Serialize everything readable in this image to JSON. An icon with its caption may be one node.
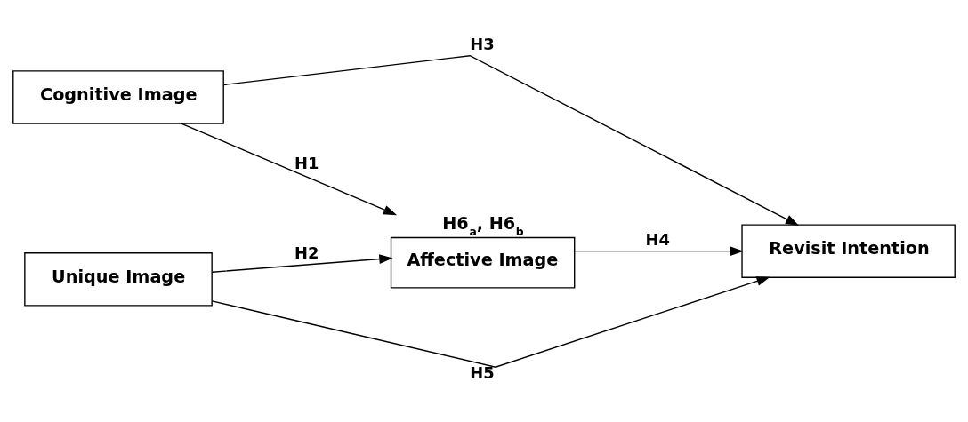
{
  "diagram": {
    "nodes": [
      {
        "text": [
          "Cognitive Image"
        ]
      },
      {
        "text": [
          "Unique Image"
        ]
      },
      {
        "text": [
          "Affective Image"
        ],
        "beside": [
          "H6$_{a}$, H6$_{b}$"
        ]
      },
      {
        "text": [
          "Revisit Intention"
        ]
      }
    ],
    "edges": [
      {
        "from": 0,
        "to": 2,
        "arrow": "to",
        "label": "H1"
      },
      {
        "from": 1,
        "to": 2,
        "arrow": "to",
        "label": "H2"
      },
      {
        "from": 0,
        "to": 3,
        "arrow": "to",
        "label": "H3"
      },
      {
        "from": 2,
        "to": 3,
        "arrow": "to",
        "label": "H4"
      },
      {
        "from": 1,
        "to": 3,
        "arrow": "to",
        "label": "H5"
      }
    ]
  }
}
